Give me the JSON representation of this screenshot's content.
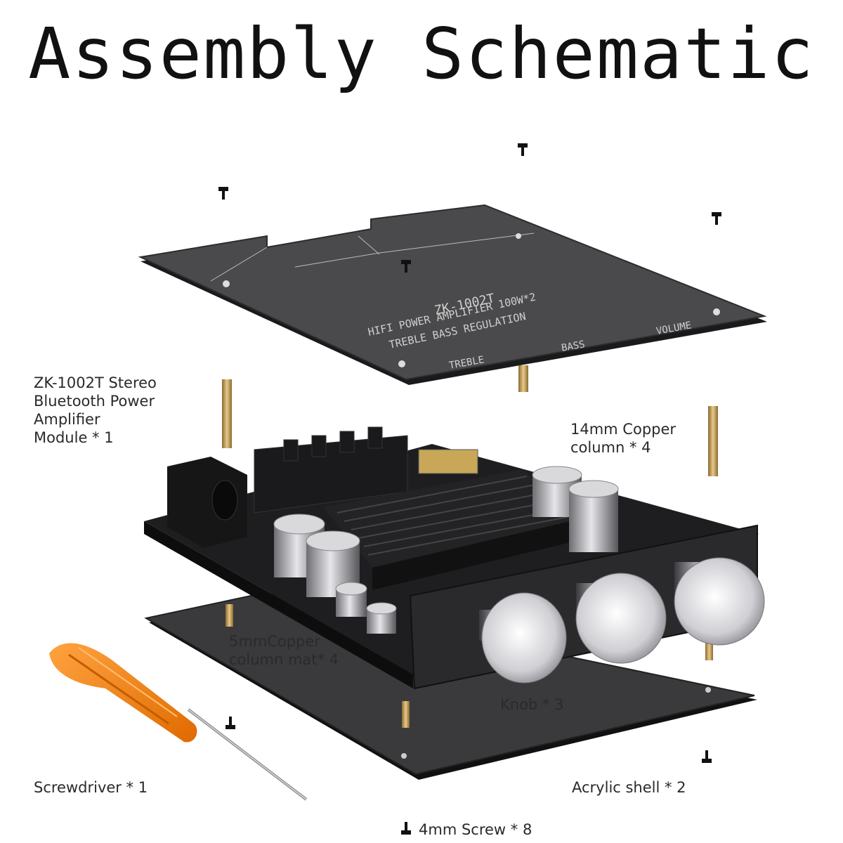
{
  "title": "Assembly Schematic",
  "labels": {
    "module": [
      "ZK-1002T Stereo",
      "Bluetooth Power",
      "Amplifier",
      "Module * 1"
    ],
    "copper14": [
      "14mm Copper",
      "column * 4"
    ],
    "copper5": [
      "5mmCopper",
      "column mat* 4"
    ],
    "knob": "Knob * 3",
    "screwdriver": "Screwdriver * 1",
    "acrylic": "Acrylic shell * 2",
    "screw": "4mm Screw * 8"
  },
  "top_shell": {
    "model": "ZK-1002T",
    "line1": "HIFI POWER AMPLIFIER 100W*2",
    "line2": "TREBLE BASS REGULATION",
    "treble": "TREBLE",
    "bass": "BASS",
    "volume": "VOLUME"
  },
  "colors": {
    "shell": "#4a4a4c",
    "board": "#1c1c1e",
    "brass": "#c9a25a",
    "handle": "#f07d12",
    "text": "#2a2a2a"
  }
}
